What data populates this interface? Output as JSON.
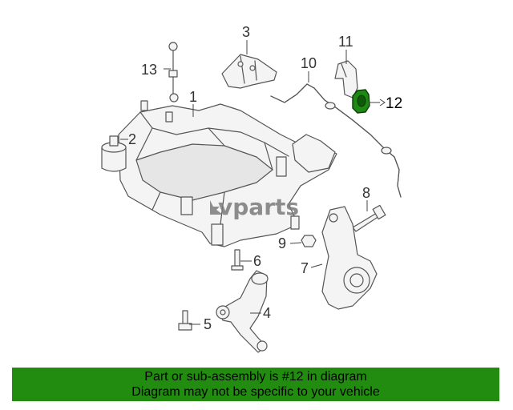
{
  "diagram": {
    "watermark_text": "vparts",
    "highlight_color": "#1e8a14",
    "callouts": {
      "c1": "1",
      "c2": "2",
      "c3": "3",
      "c4": "4",
      "c5": "5",
      "c6": "6",
      "c7": "7",
      "c8": "8",
      "c9": "9",
      "c10": "10",
      "c11": "11",
      "c12": "12",
      "c13": "13"
    }
  },
  "banner": {
    "line1": "Part or sub-assembly is #12 in diagram",
    "line2": "Diagram may not be specific to your vehicle",
    "background_color": "#218c10"
  }
}
